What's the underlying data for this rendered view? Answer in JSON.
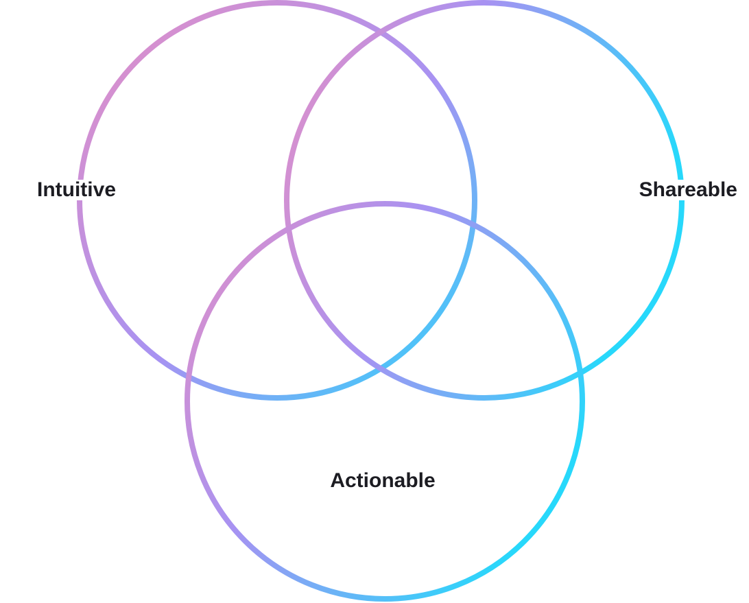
{
  "diagram": {
    "labels": {
      "intuitive": "Intuitive",
      "shareable": "Shareable",
      "actionable": "Actionable"
    },
    "colors": {
      "gradient_start": "#e58fc4",
      "gradient_mid": "#a792f2",
      "gradient_end": "#27d8fb",
      "label_text": "#1c1c22",
      "background": "#ffffff"
    }
  }
}
